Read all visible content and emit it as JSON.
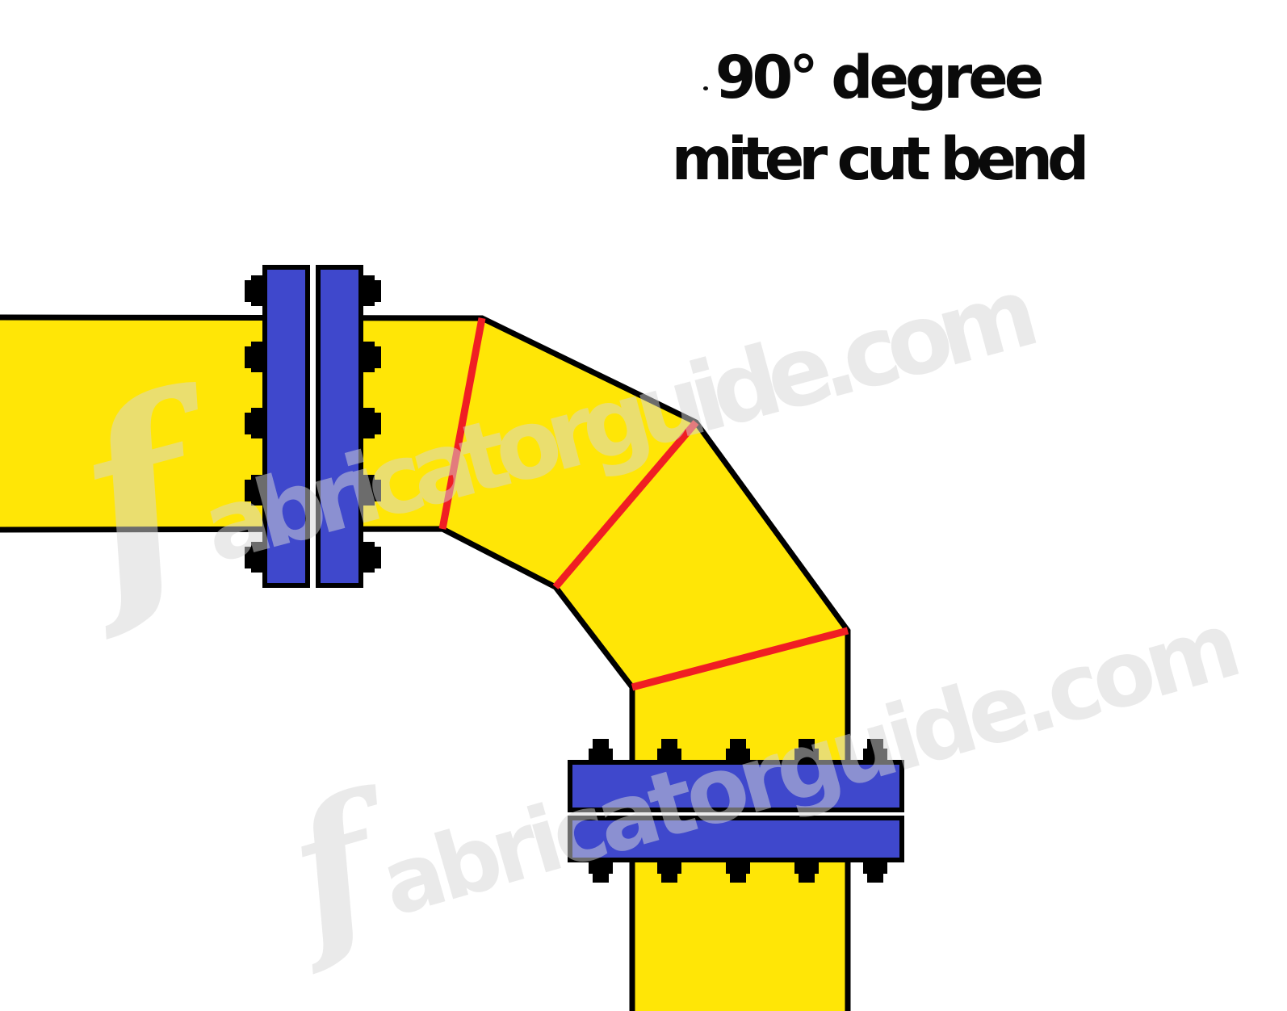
{
  "title": {
    "line1": "90° degree",
    "line2": "miter cut bend"
  },
  "watermark": {
    "initial": "f",
    "rest": "abricatorguide.com"
  },
  "figure": {
    "type": "pipe-fabrication-diagram",
    "bend_angle_label": "90°",
    "miter_cut_lines": 3,
    "pipe_segments": 4,
    "flange_pairs": 2,
    "bolts_per_flange_row": 5
  },
  "colors": {
    "pipe_yellow": "#FFE606",
    "flange_blue": "#3F48CC",
    "miter_red": "#F01E23",
    "outline_black": "#000000",
    "title_black": "#0A0A0A",
    "watermark_gray": "#D7D7D7",
    "background": "#FFFFFF"
  }
}
